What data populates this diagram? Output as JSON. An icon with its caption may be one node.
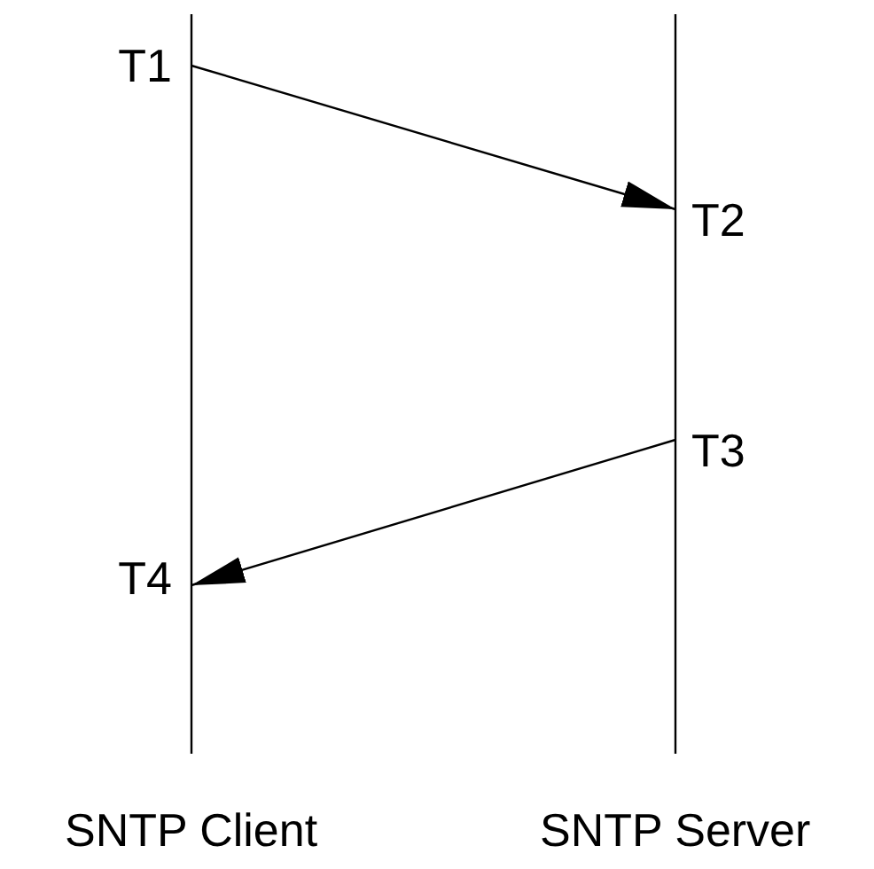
{
  "diagram": {
    "nodes": [
      {
        "text": [
          "T1"
        ]
      },
      {
        "text": [
          "T2"
        ]
      },
      {
        "text": [
          "T3"
        ]
      },
      {
        "text": [
          "T4"
        ]
      }
    ],
    "edges": [
      {
        "from": 0,
        "to": 1,
        "arrow": "to"
      },
      {
        "from": 2,
        "to": 3,
        "arrow": "to"
      }
    ],
    "labels": [
      "SNTP Client",
      "SNTP Server"
    ]
  }
}
